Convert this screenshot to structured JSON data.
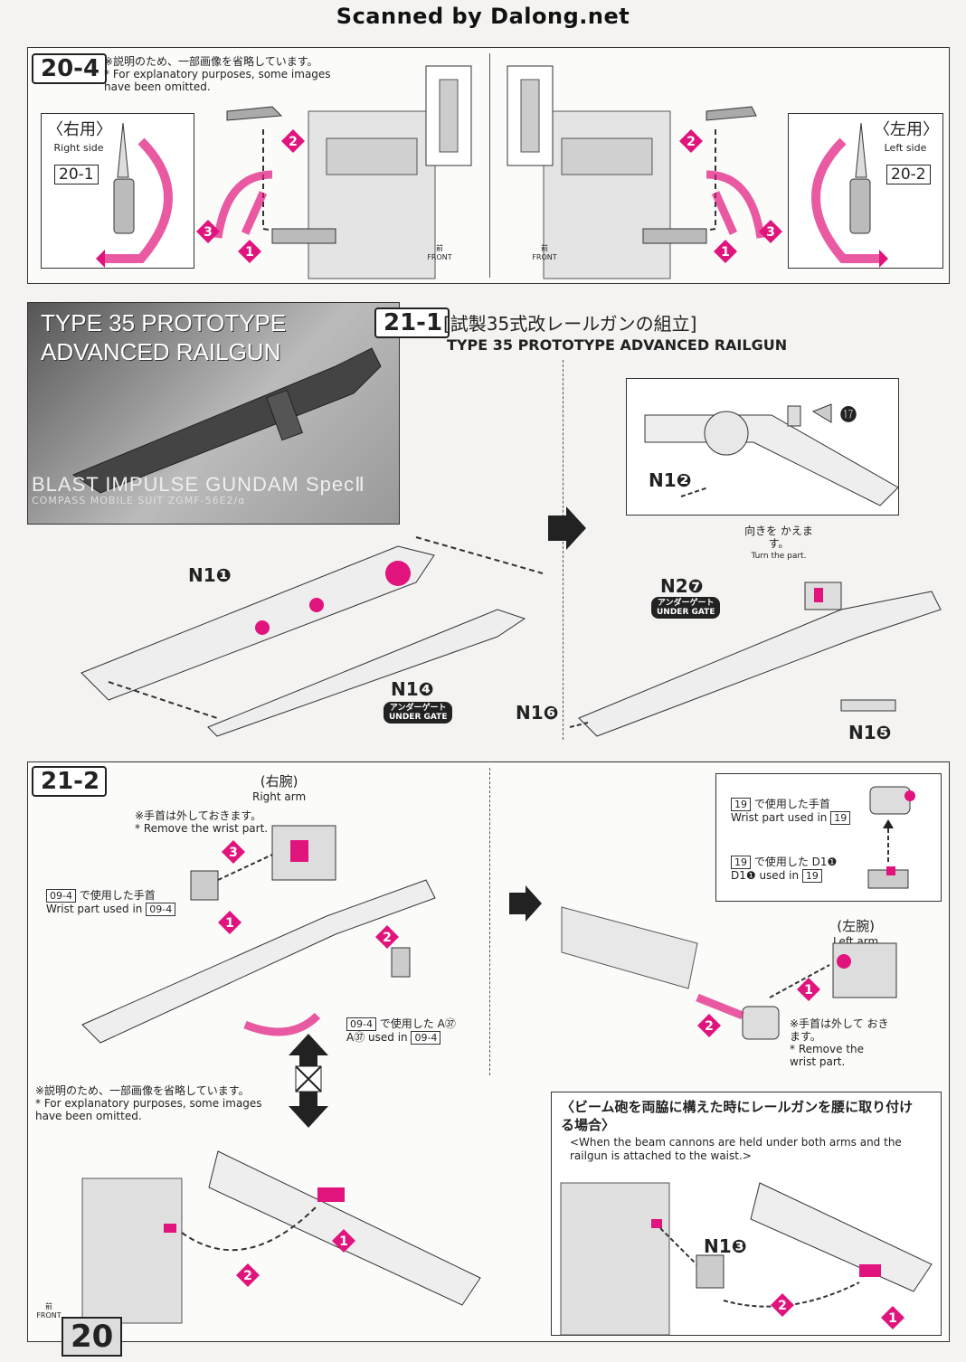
{
  "scanner": "Scanned by Dalong.net",
  "page_number": "20",
  "step_20_4": {
    "id": "20-4",
    "note_jp": "※説明のため、一部画像を省略しています。",
    "note_en": "* For explanatory purposes, some images have been omitted.",
    "right": {
      "title_jp": "〈右用〉",
      "title_en": "Right side",
      "ref": "20-1"
    },
    "left": {
      "title_jp": "〈左用〉",
      "title_en": "Left side",
      "ref": "20-2"
    },
    "front_jp": "前",
    "front_en": "FRONT",
    "steps": [
      "1",
      "2",
      "3"
    ]
  },
  "banner": {
    "title_line1": "TYPE 35 PROTOTYPE",
    "title_line2": "ADVANCED RAILGUN",
    "brand": "BLAST IMPULSE GUNDAM SpecⅡ",
    "subtitle": "COMPASS MOBILE SUIT ZGMF-56E2/α"
  },
  "step_21_1": {
    "id": "21-1",
    "title_jp": "[試製35式改レールガンの組立]",
    "title_en": "TYPE 35 PROTOTYPE ADVANCED RAILGUN",
    "parts": {
      "n1_1": "N1❶",
      "n1_4": "N1❹",
      "n1_2": "N1❷",
      "n2_7": "N2❼",
      "n1_6": "N1❻",
      "n1_5": "N1❺",
      "p17": "⓱"
    },
    "under_gate_jp": "アンダーゲート",
    "under_gate_en": "UNDER GATE",
    "turn_jp": "向きを かえます。",
    "turn_en": "Turn the part."
  },
  "step_21_2": {
    "id": "21-2",
    "right_arm_jp": "(右腕)",
    "right_arm_en": "Right arm",
    "remove_wrist_jp": "※手首は外しておきます。",
    "remove_wrist_en": "* Remove the wrist part.",
    "wrist_09_jp": "で使用した手首",
    "wrist_09_en": "Wrist part used in",
    "ref_09_4": "09-4",
    "a37_jp": "で使用した A㊲",
    "a37_en": "A㊲ used in",
    "ref_19": "19",
    "wrist_19_jp": "で使用した手首",
    "wrist_19_en": "Wrist part used in",
    "d1_19_jp": "で使用した D1❶",
    "d1_19_en": "D1❶ used in",
    "left_arm_jp": "(左腕)",
    "left_arm_en": "Left arm",
    "remove_wrist2_jp": "※手首は外して おきます。",
    "remove_wrist2_en": "* Remove the wrist part.",
    "note_jp": "※説明のため、一部画像を省略しています。",
    "note_en": "* For explanatory purposes, some images have been omitted.",
    "beam_jp": "〈ビーム砲を両脇に構えた時にレールガンを腰に取り付ける場合〉",
    "beam_en": "<When the beam cannons are held under both arms and the railgun is attached to the waist.>",
    "n1_3": "N1❸",
    "front_jp": "前",
    "front_en": "FRONT"
  },
  "colors": {
    "accent": "#e0147c",
    "ink": "#222222",
    "panel": "#fbfbfa"
  }
}
